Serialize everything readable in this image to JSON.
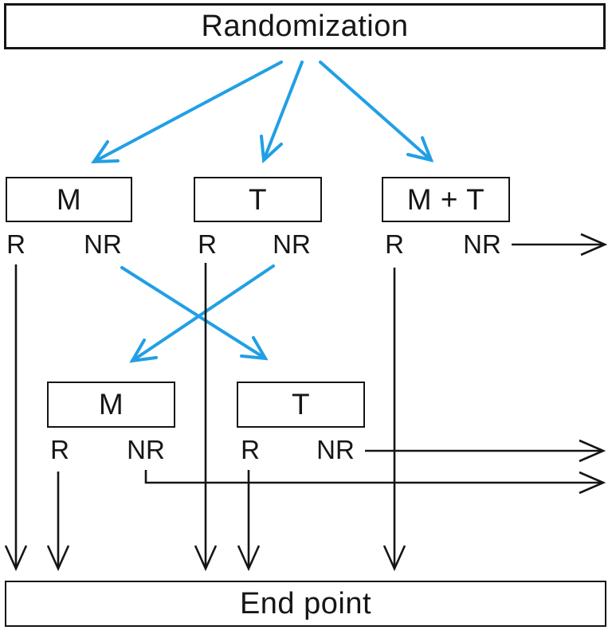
{
  "title": "Randomization",
  "end_point": "End point",
  "arms_level1": [
    {
      "label": "M",
      "responder": "R",
      "non_responder": "NR"
    },
    {
      "label": "T",
      "responder": "R",
      "non_responder": "NR"
    },
    {
      "label": "M + T",
      "responder": "R",
      "non_responder": "NR"
    }
  ],
  "arms_level2": [
    {
      "label": "M",
      "responder": "R",
      "non_responder": "NR"
    },
    {
      "label": "T",
      "responder": "R",
      "non_responder": "NR"
    }
  ],
  "colors": {
    "randomization_arrow_blue": "#219FE5",
    "line_black": "#151515"
  }
}
